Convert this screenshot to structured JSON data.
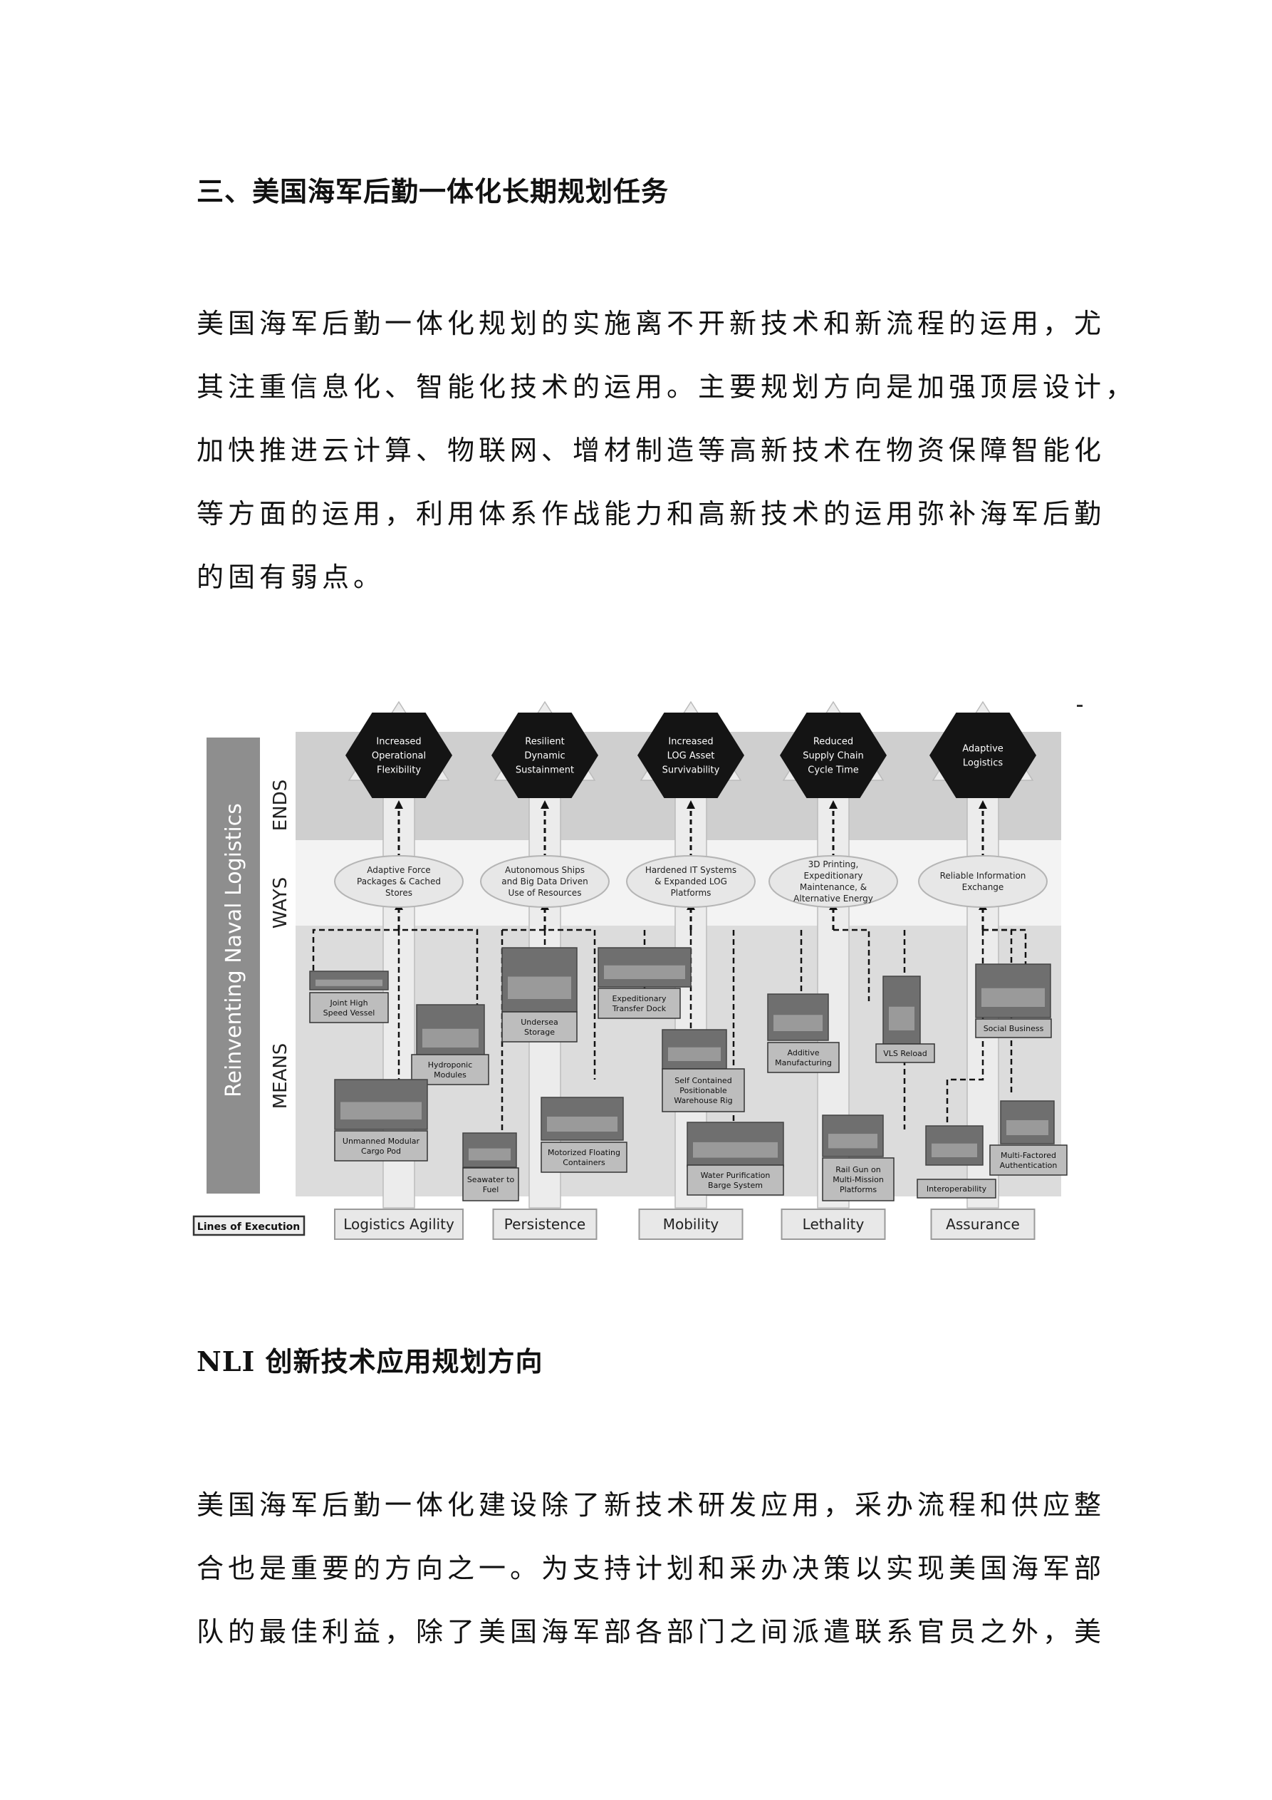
{
  "heading1": "三、美国海军后勤一体化长期规划任务",
  "paragraph1": [
    "美国海军后勤一体化规划的实施离不开新技术和新流程的运用，尤",
    "其注重信息化、智能化技术的运用。主要规划方向是加强顶层设计，",
    "加快推进云计算、物联网、增材制造等高新技术在物资保障智能化",
    "等方面的运用，利用体系作战能力和高新技术的运用弥补海军后勤",
    "的固有弱点。"
  ],
  "figure": {
    "side_label": "Reinventing Naval Logistics",
    "tiers": [
      "ENDS",
      "WAYS",
      "MEANS"
    ],
    "legend": "Lines of Execution",
    "columns": [
      {
        "end": [
          "Increased",
          "Operational",
          "Flexibility"
        ],
        "way": [
          "Adaptive Force",
          "Packages & Cached",
          "Stores"
        ],
        "line": "Logistics Agility"
      },
      {
        "end": [
          "Resilient",
          "Dynamic",
          "Sustainment"
        ],
        "way": [
          "Autonomous Ships",
          "and  Big Data Driven",
          "Use of Resources"
        ],
        "line": "Persistence"
      },
      {
        "end": [
          "Increased",
          "LOG Asset",
          "Survivability"
        ],
        "way": [
          "Hardened IT Systems",
          "& Expanded LOG",
          "Platforms"
        ],
        "line": "Mobility"
      },
      {
        "end": [
          "Reduced",
          "Supply Chain",
          "Cycle Time"
        ],
        "way": [
          "3D Printing,",
          "Expeditionary",
          "Maintenance, &",
          "Alternative Energy"
        ],
        "line": "Lethality"
      },
      {
        "end": [
          "Adaptive",
          "Logistics"
        ],
        "way": [
          "Reliable Information",
          "Exchange"
        ],
        "line": "Assurance"
      }
    ],
    "means": [
      [
        "Joint High",
        "Speed Vessel"
      ],
      [
        "Hydroponic",
        "Modules"
      ],
      [
        "Unmanned Modular",
        "Cargo Pod"
      ],
      [
        "Undersea",
        "Storage"
      ],
      [
        "Seawater to",
        "Fuel"
      ],
      [
        "Motorized Floating",
        "Containers"
      ],
      [
        "Expeditionary",
        "Transfer Dock"
      ],
      [
        "Self Contained",
        "Positionable",
        "Warehouse Rig"
      ],
      [
        "Water Purification",
        "Barge System"
      ],
      [
        "Additive",
        "Manufacturing"
      ],
      [
        "Rail Gun on",
        "Multi-Mission",
        "Platforms"
      ],
      [
        "VLS Reload"
      ],
      [
        "Social Business"
      ],
      [
        "Multi-Factored",
        "Authentication"
      ],
      [
        "Interoperability"
      ]
    ]
  },
  "heading2": "NLI 创新技术应用规划方向",
  "paragraph2": [
    "美国海军后勤一体化建设除了新技术研发应用，采办流程和供应整",
    "合也是重要的方向之一。为支持计划和采办决策以实现美国海军部",
    "队的最佳利益，除了美国海军部各部门之间派遣联系官员之外，美"
  ]
}
